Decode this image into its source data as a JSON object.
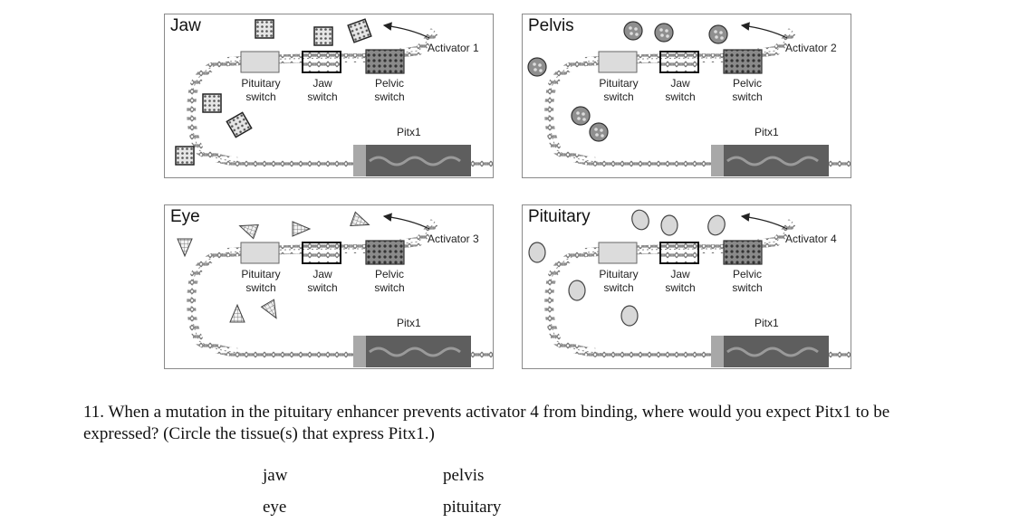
{
  "panels": [
    {
      "title": "Jaw",
      "activator": "Activator 1",
      "shape": "square"
    },
    {
      "title": "Pelvis",
      "activator": "Activator 2",
      "shape": "dotted-circle"
    },
    {
      "title": "Eye",
      "activator": "Activator 3",
      "shape": "triangle"
    },
    {
      "title": "Pituitary",
      "activator": "Activator 4",
      "shape": "oval"
    }
  ],
  "switch_labels": {
    "pituitary_line1": "Pituitary",
    "pituitary_line2": "switch",
    "jaw_line1": "Jaw",
    "jaw_line2": "switch",
    "pelvic_line1": "Pelvic",
    "pelvic_line2": "switch"
  },
  "gene_label": "Pitx1",
  "question": {
    "text": "11. When a mutation in the pituitary enhancer prevents activator 4 from binding, where would you expect Pitx1 to be expressed? (Circle the tissue(s) that express Pitx1.)",
    "options": [
      "jaw",
      "pelvis",
      "eye",
      "pituitary"
    ]
  }
}
